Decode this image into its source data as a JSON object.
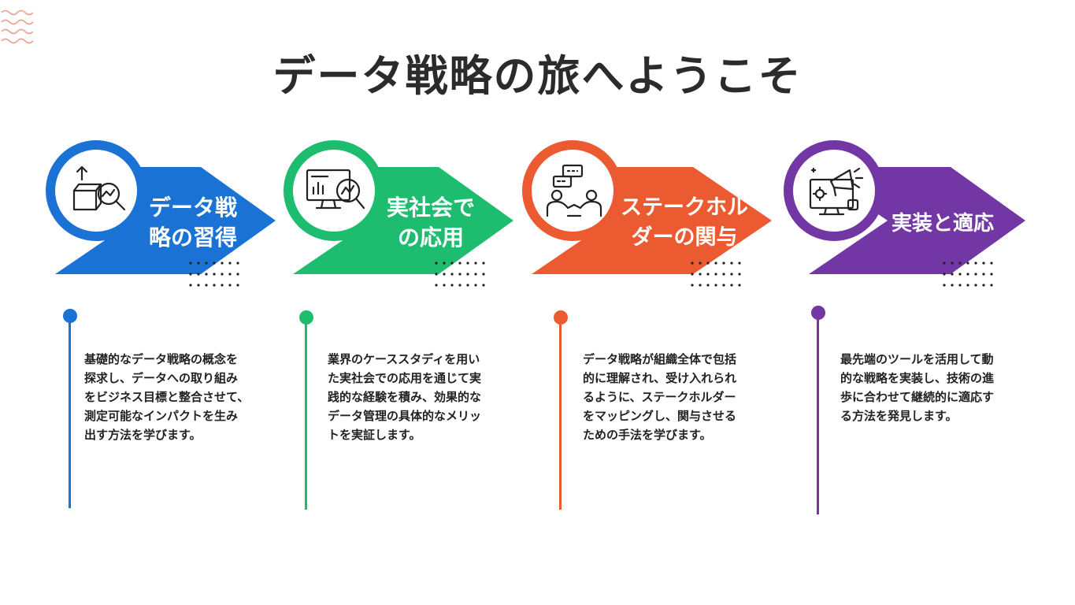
{
  "title": "データ戦略の旅へようこそ",
  "steps": [
    {
      "label": "データ戦\n略の習得",
      "icon": "box-magnifier-icon",
      "color": "#1a73d4",
      "text": "基礎的なデータ戦略の概念を\n探求し、データへの取り組み\nをビジネス目標と整合させて、\n測定可能なインパクトを生み\n出す方法を学びます。"
    },
    {
      "label": "実社会で\nの応用",
      "icon": "monitor-magnifier-icon",
      "color": "#1ebc6e",
      "text": "業界のケーススタディを用い\nた実社会での応用を通じて実\n践的な経験を積み、効果的な\nデータ管理の具体的なメリッ\nトを実証します。"
    },
    {
      "label": "ステークホル\nダーの関与",
      "icon": "people-chat-icon",
      "color": "#eb5a30",
      "text": "データ戦略が組織全体で包括\n的に理解され、受け入れられ\nるように、ステークホルダー\nをマッピングし、関与させる\nための手法を学びます。"
    },
    {
      "label": "実装と適応",
      "icon": "megaphone-monitor-icon",
      "color": "#7236a5",
      "text": "最先端のツールを活用して動\n的な戦略を実装し、技術の進\n歩に合わせて継続的に適応す\nる方法を発見します。"
    }
  ]
}
